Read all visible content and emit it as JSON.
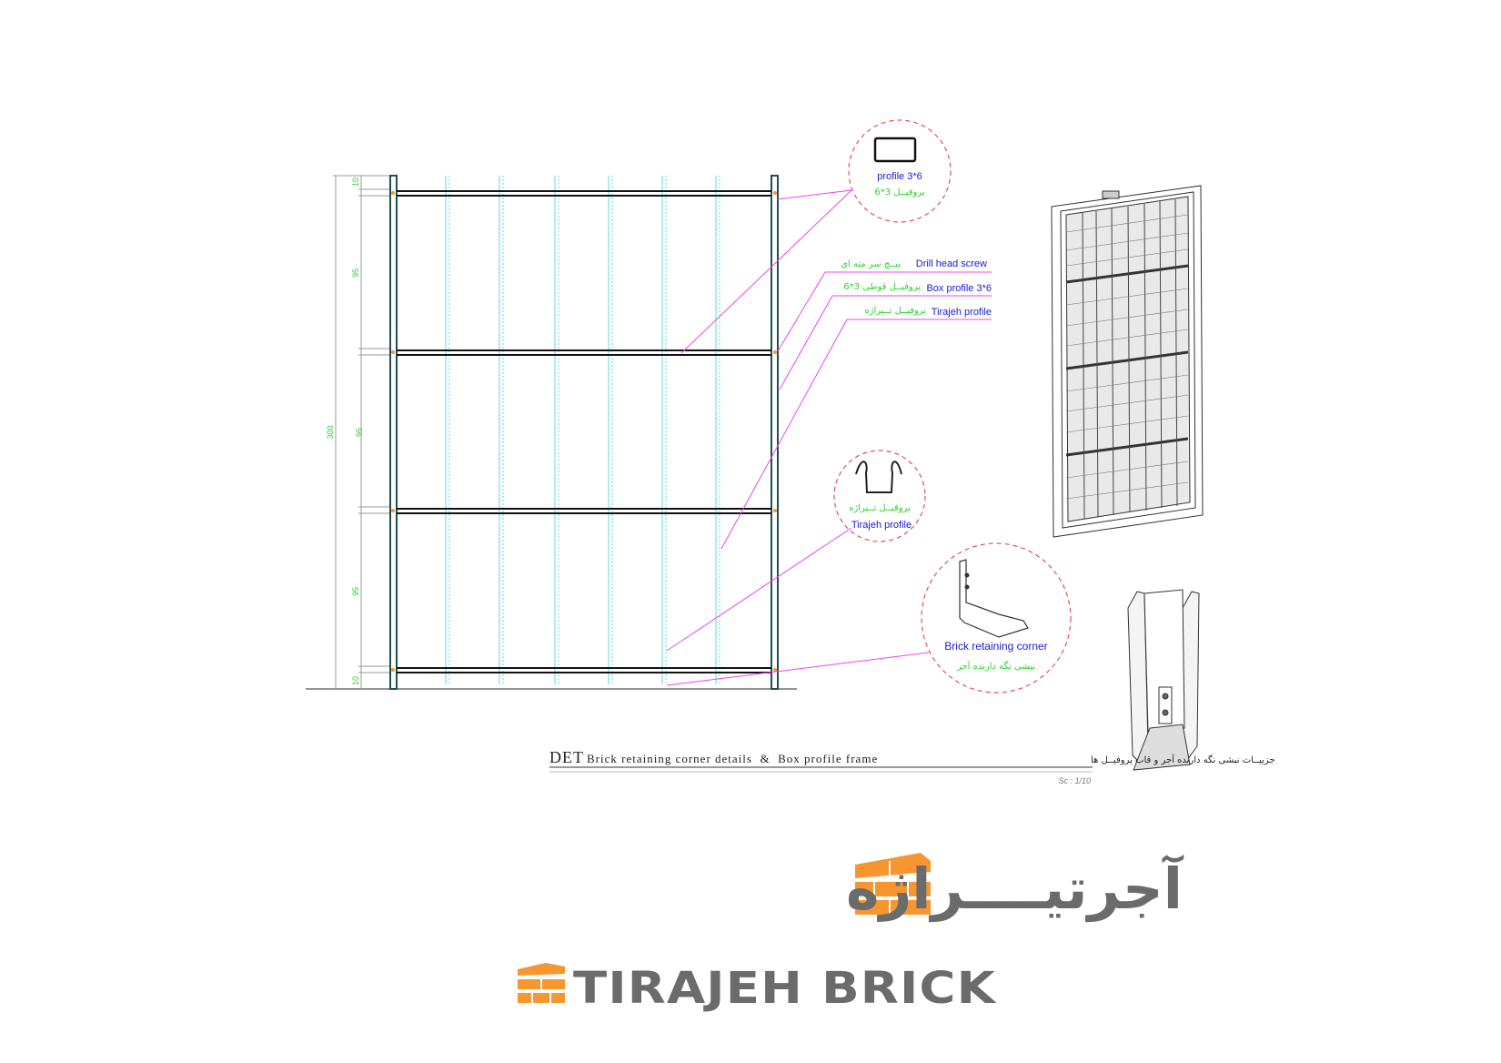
{
  "drawing": {
    "dimensions": {
      "total": "300",
      "segments": [
        "10",
        "95",
        "95",
        "95",
        "10"
      ]
    },
    "callouts": {
      "profile": {
        "en": "profile 3*6",
        "fa": "پروفیــل 3*6"
      },
      "drill_screw": {
        "en": "Drill head screw",
        "fa": "پیــچ سر مته ای"
      },
      "box_profile": {
        "en": "Box profile 3*6",
        "fa": "پروفیــل قوطی 3*6"
      },
      "tirajeh_profile": {
        "en": "Tirajeh profile",
        "fa": "پروفیــل تــیراژه"
      },
      "tirajeh_detail": {
        "en": "Tirajeh profile",
        "fa": "پروفیــل تــیراژه"
      },
      "brick_corner": {
        "en": "Brick retaining corner",
        "fa": "نبشی نگه دارنده آجر"
      }
    },
    "title_block": {
      "code": "DET",
      "title_en": "Brick retaining corner details  &  Box profile frame",
      "title_fa": "جزییــات نبشی نگه دارنده آجر و قاب پروفیــل ها",
      "scale": "Sc : 1/10"
    },
    "colors": {
      "callout_circle": "#e0505a",
      "leader": "#ee44ee",
      "label_en": "#1a1ad6",
      "label_fa": "#2fd12f",
      "brand_orange": "#f7962e",
      "brand_gray": "#6b6b6b"
    }
  },
  "logo": {
    "name_fa": "آجرتیــــراژه",
    "name_en": "TIRAJEH BRICK"
  }
}
